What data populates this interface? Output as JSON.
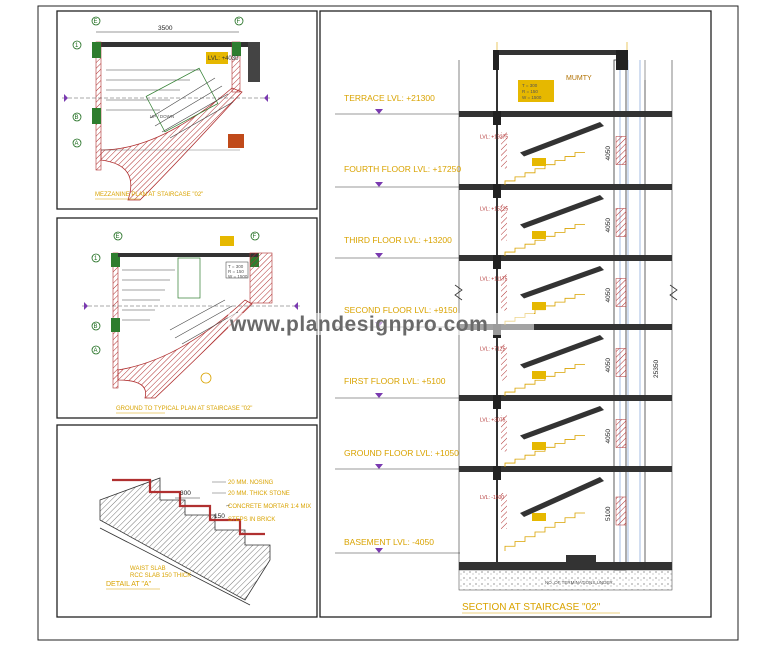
{
  "plan_top": {
    "title": "MEZZANINE PLAN AT STAIRCASE \"02\"",
    "dim_top": "3500",
    "room_tag": "UP",
    "room_tag2": "UP / DOWN",
    "legend": "LVL: +4030",
    "grid_left": [
      "1",
      "B",
      "A"
    ],
    "grid_top": [
      "E",
      "F"
    ]
  },
  "plan_mid": {
    "title": "GROUND TO TYPICAL PLAN AT STAIRCASE \"02\"",
    "grid_left": [
      "1",
      "B",
      "A"
    ],
    "grid_top": [
      "E",
      "F"
    ],
    "spec_lines": [
      "T = 300",
      "R = 150",
      "W = 1500"
    ]
  },
  "detail": {
    "title": "DETAIL AT \"A\"",
    "dim_tread": "300",
    "dim_riser": "150",
    "notes": [
      "20 MM. NOSING",
      "20 MM. THICK STONE",
      "CONCRETE MORTAR 1:4 MIX",
      "STEPS IN BRICK"
    ],
    "slab_label": "WAIST SLAB",
    "rcc_label": "RCC SLAB 150 THICK"
  },
  "section": {
    "title": "SECTION AT STAIRCASE \"02\"",
    "mumty": "MUMTY",
    "spec_lines": [
      "T = 300",
      "R = 150",
      "W = 1500"
    ],
    "levels": [
      {
        "label": "TERRACE LVL: +21300"
      },
      {
        "label": "FOURTH FLOOR LVL: +17250"
      },
      {
        "label": "THIRD FLOOR LVL: +13200"
      },
      {
        "label": "SECOND FLOOR LVL: +9150"
      },
      {
        "label": "FIRST FLOOR LVL: +5100"
      },
      {
        "label": "GROUND FLOOR LVL: +1050"
      },
      {
        "label": "BASEMENT LVL: -4050"
      }
    ],
    "mid_tags": [
      "LVL: +19275",
      "LVL: +15225",
      "LVL: +11175",
      "LVL: +7125",
      "LVL: +3075",
      "LVL: -1500"
    ],
    "side_dims": [
      "4050",
      "4050",
      "4050",
      "4050",
      "4050",
      "5100"
    ],
    "total_dim": "25350",
    "base_note": "NO. OF TERMINATIONS UNDER"
  },
  "watermark": "www.plandesignpro.com"
}
